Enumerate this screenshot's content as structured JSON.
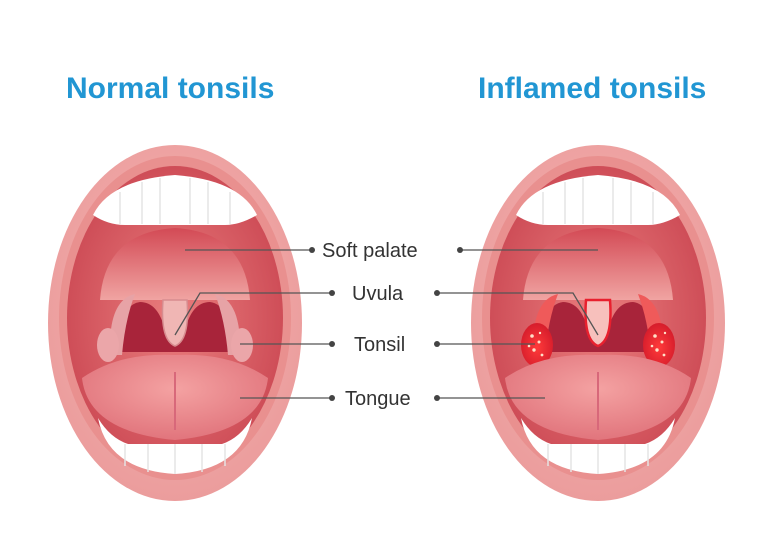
{
  "titles": {
    "left": "Normal tonsils",
    "right": "Inflamed tonsils"
  },
  "labels": [
    {
      "key": "soft_palate",
      "text": "Soft palate"
    },
    {
      "key": "uvula",
      "text": "Uvula"
    },
    {
      "key": "tonsil",
      "text": "Tonsil"
    },
    {
      "key": "tongue",
      "text": "Tongue"
    }
  ],
  "colors": {
    "title": "#2196d3",
    "lip": "#f2a6a6",
    "lip_dark": "#e88d8d",
    "cavity": "#d9585c",
    "throat": "#a8243a",
    "inflamed": "#e8202e",
    "teeth": "#ffffff",
    "tongue": "#ee8a8f"
  }
}
